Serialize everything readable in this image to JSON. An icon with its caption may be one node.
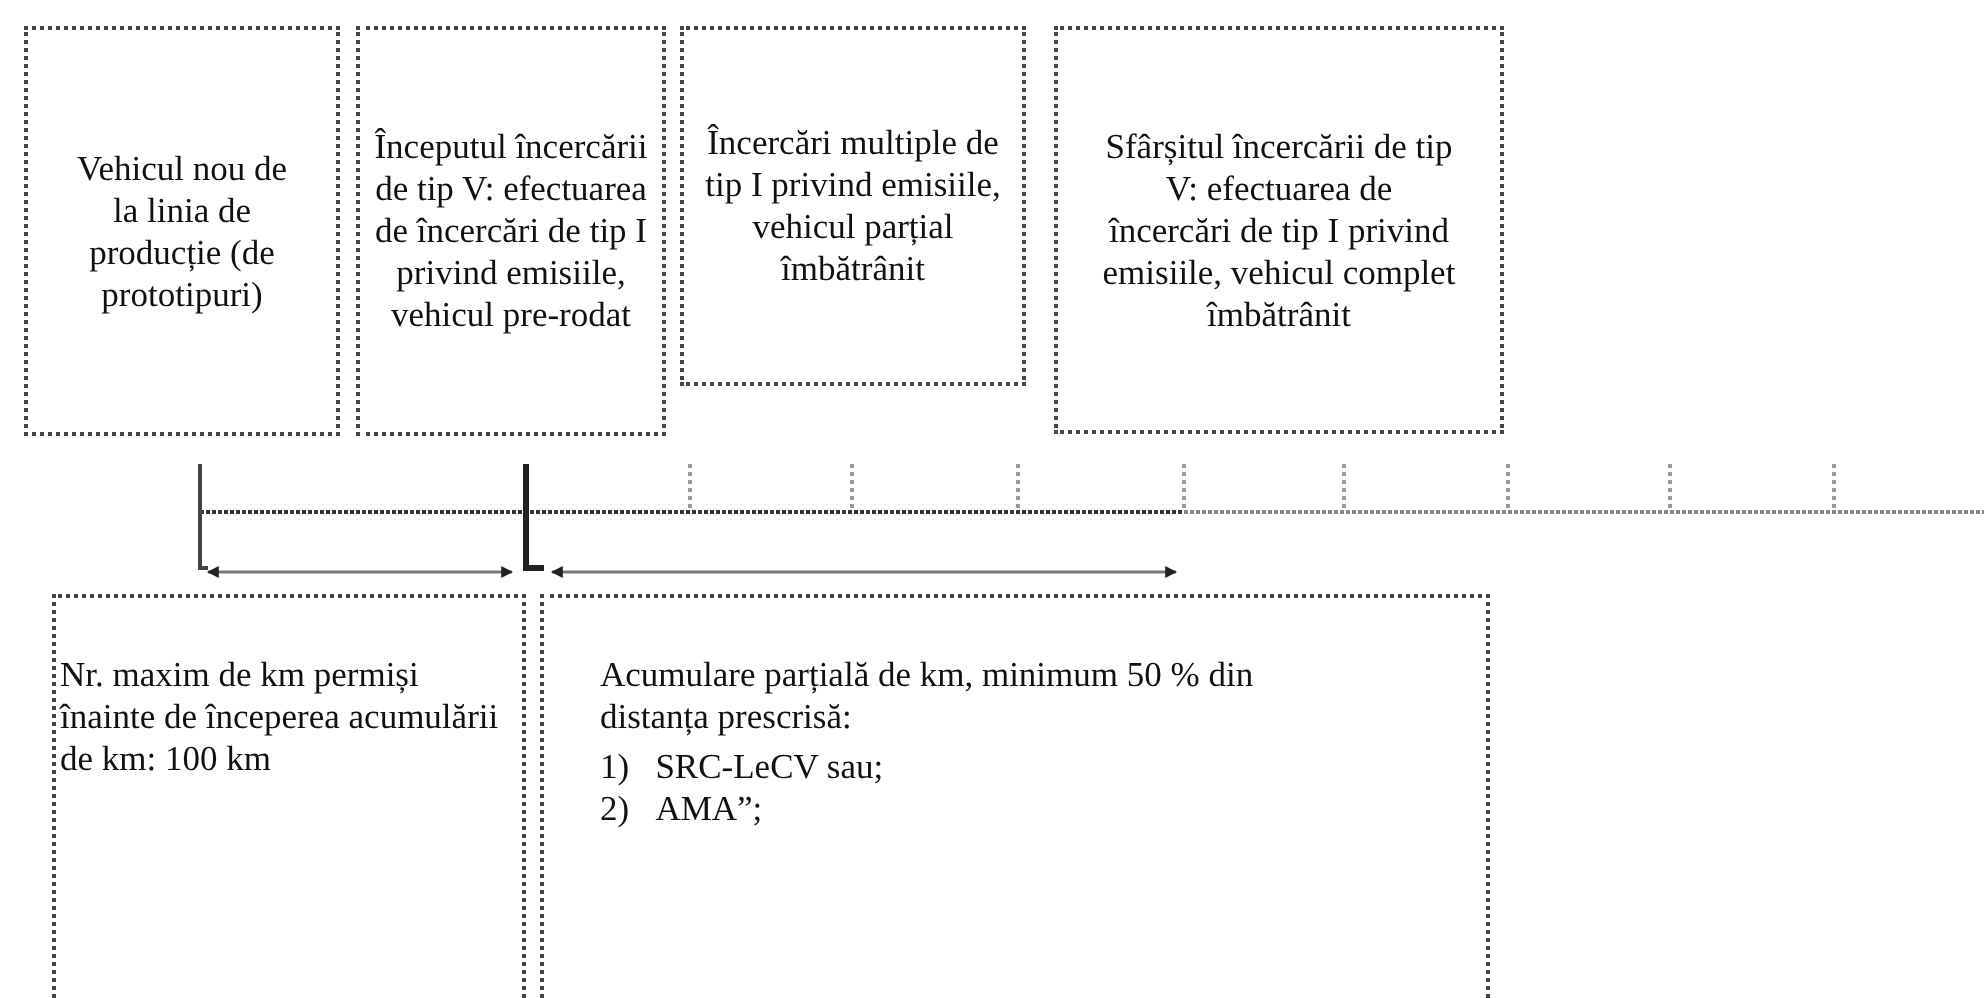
{
  "diagram": {
    "nodes": [
      {
        "text": [
          "Vehicul nou de la linia de producție (de prototipuri)"
        ]
      },
      {
        "text": [
          "Începutul încercării de tip V: efectuarea de încercări de tip I privind emisiile, vehicul pre-rodat"
        ]
      },
      {
        "text": [
          "Încercări multiple de tip I privind emisiile, vehicul parțial îmbătrânit"
        ]
      },
      {
        "text": [
          "Sfârșitul încercării de tip V: efectuarea de încercări de tip I privind emisiile, vehicul complet îmbătrânit"
        ]
      },
      {
        "text": [
          "Nr. maxim de km permiși înainte de începerea acumulării de km: 100 km"
        ]
      },
      {
        "text": [
          "Acumulare parțială de km, minimum 50 % din distanța prescrisă:",
          "1)   SRC-LeCV sau;",
          "2)   AMA”;"
        ]
      }
    ]
  }
}
